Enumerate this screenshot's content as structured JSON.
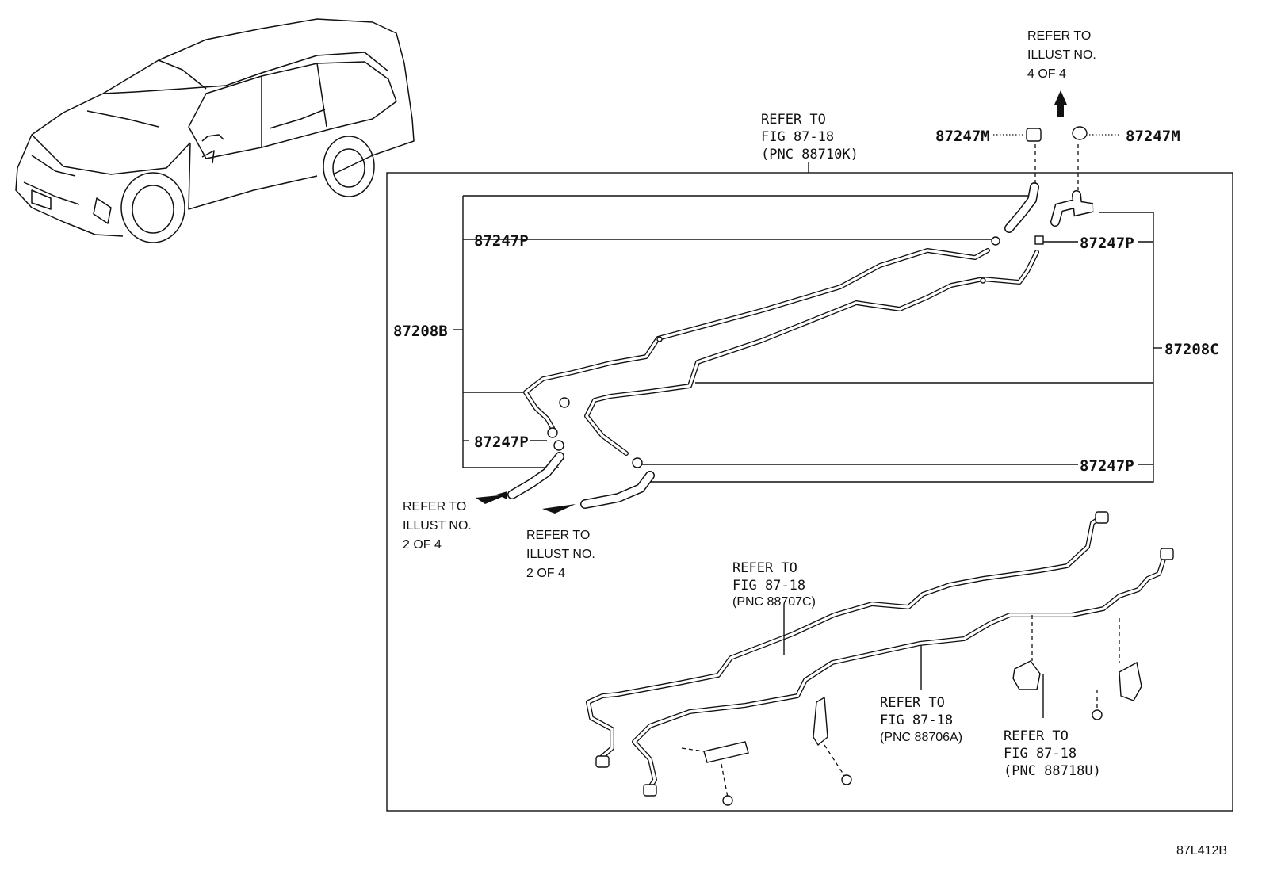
{
  "callouts": {
    "p87247m_left": "87247M",
    "p87247m_right": "87247M",
    "p87247p_top_left": "87247P",
    "p87247p_top_right": "87247P",
    "p87208b": "87208B",
    "p87208c": "87208C",
    "p87247p_mid_left": "87247P",
    "p87247p_mid_right": "87247P"
  },
  "refs": {
    "top_center": [
      "REFER TO",
      "FIG 87-18",
      "(PNC 88710K)"
    ],
    "top_right": [
      "REFER TO",
      "ILLUST NO.",
      "4 OF 4"
    ],
    "left_1": [
      "REFER TO",
      "ILLUST NO.",
      "2 OF 4"
    ],
    "left_2": [
      "REFER TO",
      "ILLUST NO.",
      "2 OF 4"
    ],
    "bottom_1": [
      "REFER TO",
      "FIG 87-18",
      "(PNC 88707C)"
    ],
    "bottom_2": [
      "REFER TO",
      "FIG 87-18",
      "(PNC 88706A)"
    ],
    "bottom_3": [
      "REFER TO",
      "FIG 87-18",
      "(PNC 88718U)"
    ]
  },
  "illustration_code": "87L412B"
}
